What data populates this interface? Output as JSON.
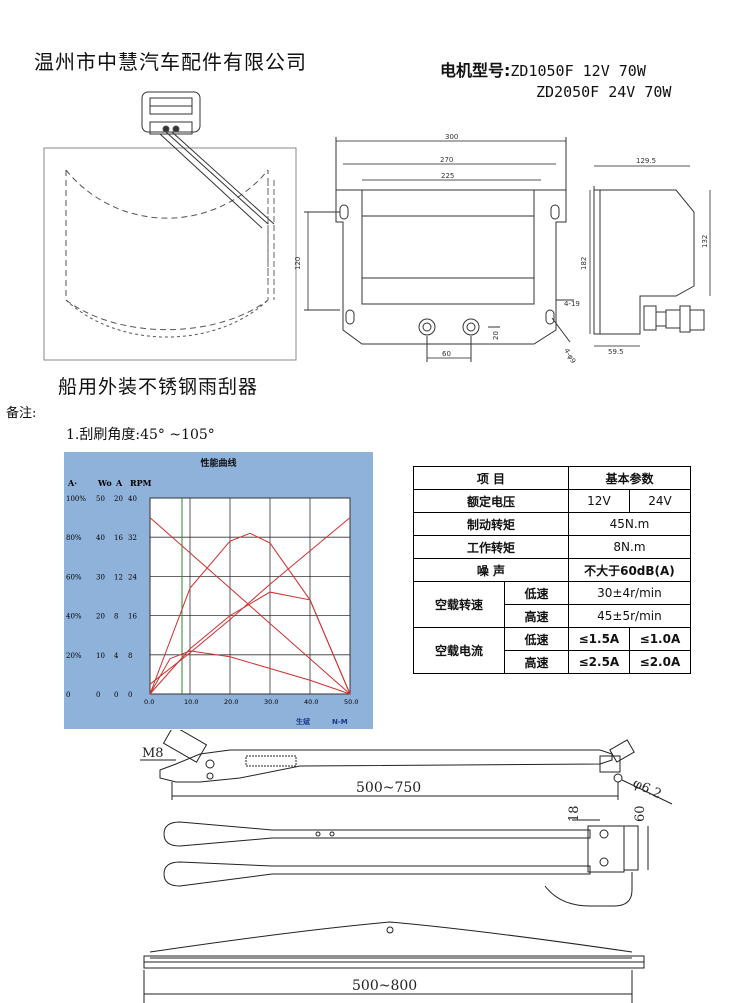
{
  "header": {
    "company": "温州市中慧汽车配件有限公司",
    "model_label": "电机型号:",
    "model_line1": "ZD1050F 12V 70W",
    "model_line2": "ZD2050F 24V 70W"
  },
  "drawing_top": {
    "dims": {
      "d300": "300",
      "d270": "270",
      "d225": "225",
      "d120": "120",
      "d60": "60",
      "d20": "20",
      "d1295": "129.5",
      "d182": "182",
      "d132": "132",
      "d595": "59.5",
      "d419": "4-19",
      "d49": "4-φ9"
    }
  },
  "product_title": "船用外装不锈钢雨刮器",
  "remark_label": "备注:",
  "note_1": "1.刮刷角度:45° ~105°",
  "chart": {
    "title": "性能曲线",
    "scale_headers": [
      "A·",
      "Wo",
      "A",
      "RPM"
    ],
    "scale_rows": [
      [
        "100%",
        "50",
        "20",
        "40"
      ],
      [
        "80%",
        "40",
        "16",
        "32"
      ],
      [
        "60%",
        "30",
        "12",
        "24"
      ],
      [
        "40%",
        "20",
        "8",
        "16"
      ],
      [
        "20%",
        "10",
        "4",
        "8"
      ],
      [
        "0",
        "0",
        "0",
        "0"
      ]
    ],
    "x_ticks": [
      "0.0",
      "10.0",
      "20.0",
      "30.0",
      "40.0",
      "50.0"
    ],
    "footer_left": "生斌",
    "footer_right": "N-M"
  },
  "chart_data": {
    "type": "line",
    "title": "性能曲线",
    "xlabel": "N-M",
    "xlim": [
      0,
      50
    ],
    "ylim": [
      0,
      100
    ],
    "marker_x": 8,
    "series": [
      {
        "x": [
          0,
          10,
          20,
          30,
          40,
          50
        ],
        "values": [
          90,
          72,
          54,
          36,
          18,
          0
        ]
      },
      {
        "x": [
          0,
          10,
          20,
          30,
          40,
          50
        ],
        "values": [
          5,
          21,
          38,
          56,
          73,
          90
        ]
      },
      {
        "x": [
          0,
          10,
          20,
          25,
          30,
          40,
          50
        ],
        "values": [
          0,
          54,
          78,
          82,
          77,
          48,
          0
        ]
      },
      {
        "x": [
          0,
          10,
          20,
          30,
          40,
          50
        ],
        "values": [
          0,
          23,
          40,
          52,
          48,
          0
        ]
      },
      {
        "x": [
          0,
          5,
          10,
          20,
          30,
          40,
          50
        ],
        "values": [
          0,
          18,
          22,
          19,
          13,
          7,
          0
        ]
      }
    ]
  },
  "table": {
    "h_item": "项 目",
    "h_param": "基本参数",
    "r_voltage": "额定电压",
    "v_12": "12V",
    "v_24": "24V",
    "r_brake": "制动转矩",
    "v_brake": "45N.m",
    "r_work": "工作转矩",
    "v_work": "8N.m",
    "r_noise": "噪 声",
    "v_noise": "不大于60dB(A)",
    "r_speed": "空载转速",
    "low": "低速",
    "high": "高速",
    "v_speed_low": "30±4r/min",
    "v_speed_high": "45±5r/min",
    "r_current": "空载电流",
    "v_cur_low_12": "≤1.5A",
    "v_cur_low_24": "≤1.0A",
    "v_cur_high_12": "≤2.5A",
    "v_cur_high_24": "≤2.0A"
  },
  "drawing_bottom": {
    "m8": "M8",
    "arm_range": "500~750",
    "hole": "φ6.2",
    "d18": "18",
    "d60": "60",
    "blade_range": "500~800"
  }
}
